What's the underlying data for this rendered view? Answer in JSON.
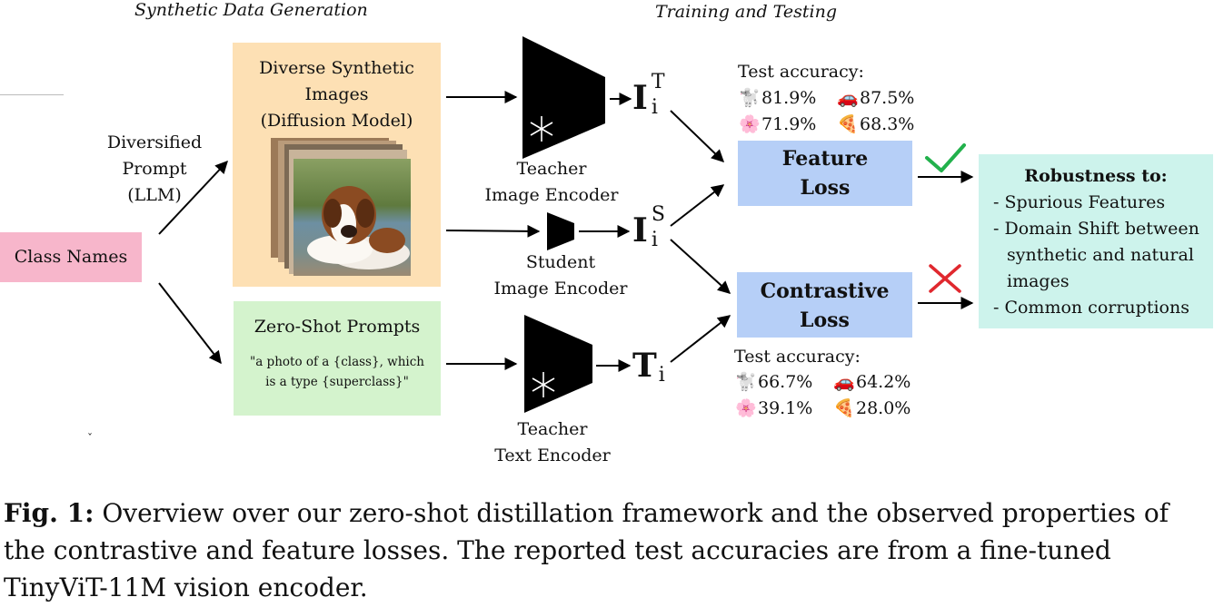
{
  "headers": {
    "left": "Synthetic Data Generation",
    "right": "Training and Testing"
  },
  "class_names": "Class Names",
  "diversified_prompt": [
    "Diversified",
    "Prompt",
    "(LLM)"
  ],
  "synthetic_box": {
    "title": [
      "Diverse Synthetic",
      "Images",
      "(Diffusion Model)"
    ]
  },
  "zeroshot_box": {
    "title": "Zero-Shot Prompts",
    "template": [
      "\"a photo of a {class}, which",
      "is a type {superclass}\""
    ]
  },
  "teacher_image_encoder": [
    "Teacher",
    "Image Encoder"
  ],
  "student_image_encoder": [
    "Student",
    "Image Encoder"
  ],
  "teacher_text_encoder": [
    "Teacher",
    "Text Encoder"
  ],
  "symbols": {
    "it_base": "I",
    "it_sub": "i",
    "it_sup": "T",
    "is_sup": "S",
    "t_base": "T",
    "t_sub": "i"
  },
  "frozen_icon": "snowflake-icon",
  "feature_loss": [
    "Feature",
    "Loss"
  ],
  "contrastive_loss": [
    "Contrastive",
    "Loss"
  ],
  "test_accuracy_label": "Test accuracy:",
  "feature_accuracy": [
    {
      "icon": "poodle-icon",
      "glyph": "🐩",
      "value": "81.9%"
    },
    {
      "icon": "car-icon",
      "glyph": "🚗",
      "value": "87.5%"
    },
    {
      "icon": "flower-icon",
      "glyph": "🌸",
      "value": "71.9%"
    },
    {
      "icon": "pizza-icon",
      "glyph": "🍕",
      "value": "68.3%"
    }
  ],
  "contrastive_accuracy": [
    {
      "icon": "poodle-icon",
      "glyph": "🐩",
      "value": "66.7%"
    },
    {
      "icon": "car-icon",
      "glyph": "🚗",
      "value": "64.2%"
    },
    {
      "icon": "flower-icon",
      "glyph": "🌸",
      "value": "39.1%"
    },
    {
      "icon": "pizza-icon",
      "glyph": "🍕",
      "value": "28.0%"
    }
  ],
  "robustness": {
    "title": "Robustness to:",
    "items": [
      "- Spurious Features",
      "- Domain Shift between",
      "synthetic and natural",
      "images",
      "- Common corruptions"
    ]
  },
  "caption": {
    "label": "Fig. 1:",
    "text": " Overview over our zero-shot distillation framework and the observed properties of the contrastive and feature losses. The reported test accuracies are from a fine-tuned TinyViT-11M vision encoder."
  },
  "colors": {
    "class_names_bg": "#f7b6cb",
    "synthetic_bg": "#fde0b4",
    "zeroshot_bg": "#d4f3cd",
    "loss_bg": "#b6cff7",
    "robustness_bg": "#cdf3ec",
    "check": "#22b14c",
    "cross": "#e0282e"
  }
}
